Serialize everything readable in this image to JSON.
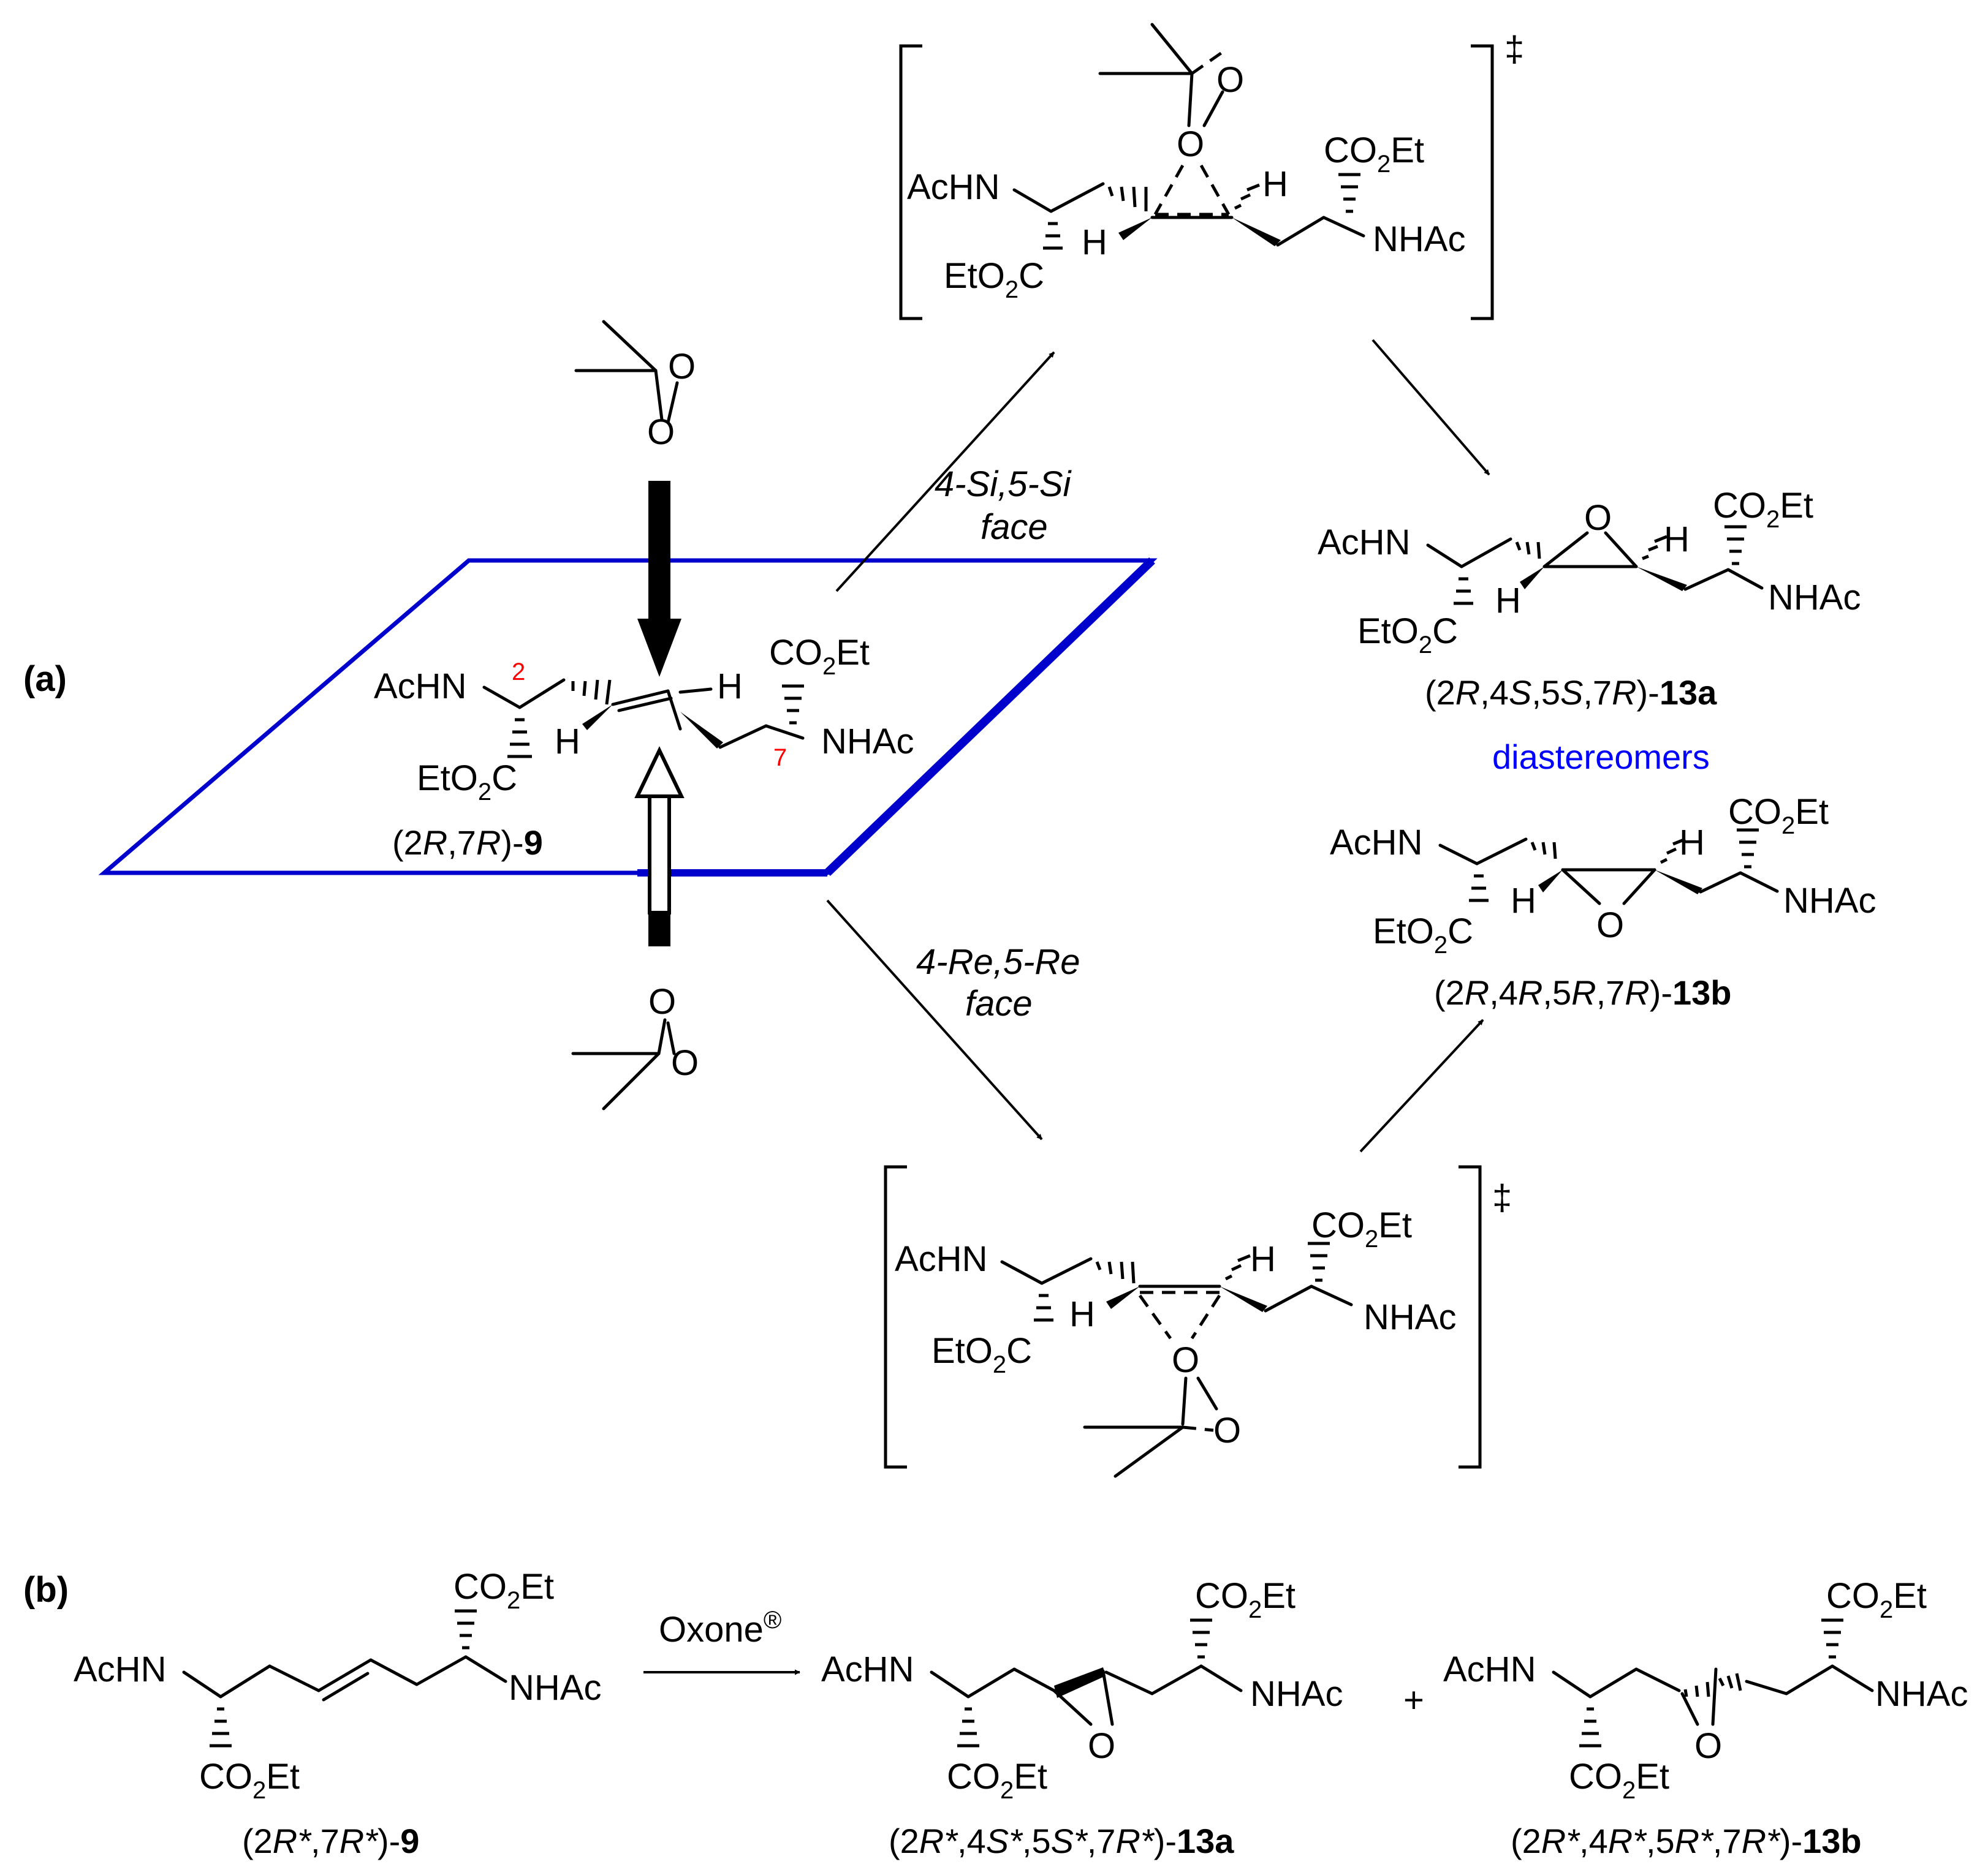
{
  "panel_a": {
    "label": "(a)",
    "dioxirane_o": "O",
    "sm": {
      "achn": "AcHN",
      "co2et": "CO",
      "co2et_sub": "2",
      "co2et_tail": "Et",
      "eto2c": "EtO",
      "eto2c_sub": "2",
      "eto2c_tail": "C",
      "nhac": "NHAc",
      "h": "H",
      "num2": "2",
      "num7": "7",
      "caption_pre": "(2",
      "caption_r1": "R",
      "caption_mid": ",7",
      "caption_r2": "R",
      "caption_post": ")-",
      "caption_num": "9"
    },
    "path_top": {
      "line1": "4-Si,5-Si",
      "line2": "face"
    },
    "path_bottom": {
      "line1": "4-Re,5-Re",
      "line2": "face"
    },
    "ts_mark": "‡",
    "product_a": {
      "c_pre": "(2",
      "c1": "R",
      "c_s1": ",4",
      "c2": "S",
      "c_s2": ",5",
      "c3": "S",
      "c_s3": ",7",
      "c4": "R",
      "c_post": ")-",
      "c_num": "13a"
    },
    "product_b": {
      "c_pre": "(2",
      "c1": "R",
      "c_s1": ",4",
      "c2": "R",
      "c_s2": ",5",
      "c3": "R",
      "c_s3": ",7",
      "c4": "R",
      "c_post": ")-",
      "c_num": "13b"
    },
    "diastereomers": "diastereomers"
  },
  "panel_b": {
    "label": "(b)",
    "reagent": "Oxone",
    "reagent_mark": "®",
    "plus": "+",
    "sm_caption": {
      "pre": "(2",
      "r1": "R*",
      "mid": ",7",
      "r2": "R*",
      "post": ")-",
      "num": "9"
    },
    "p1_caption": {
      "pre": "(2",
      "a": "R*",
      "s1": ",4",
      "b": "S*",
      "s2": ",5",
      "c": "S*",
      "s3": ",7",
      "d": "R*",
      "post": ")-",
      "num": "13a"
    },
    "p2_caption": {
      "pre": "(2",
      "a": "R*",
      "s1": ",4",
      "b": "R*",
      "s2": ",5",
      "c": "R*",
      "s3": ",7",
      "d": "R*",
      "post": ")-",
      "num": "13b"
    }
  },
  "colors": {
    "plane": "#0000cc",
    "stereo_numbers": "#ff0000",
    "diastereomers": "#0000ff"
  }
}
